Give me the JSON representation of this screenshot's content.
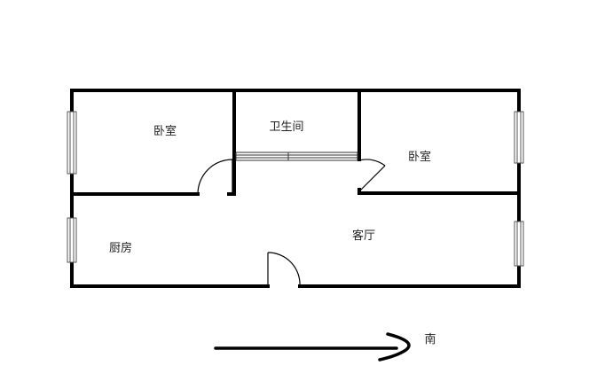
{
  "rooms": {
    "bedroom_left": "卧室",
    "bathroom": "卫生间",
    "bedroom_right": "卧室",
    "kitchen": "厨房",
    "living_room": "客厅"
  },
  "compass": {
    "direction_label": "南"
  },
  "colors": {
    "wall": "#000000",
    "window_line": "#555555",
    "background": "#ffffff"
  }
}
